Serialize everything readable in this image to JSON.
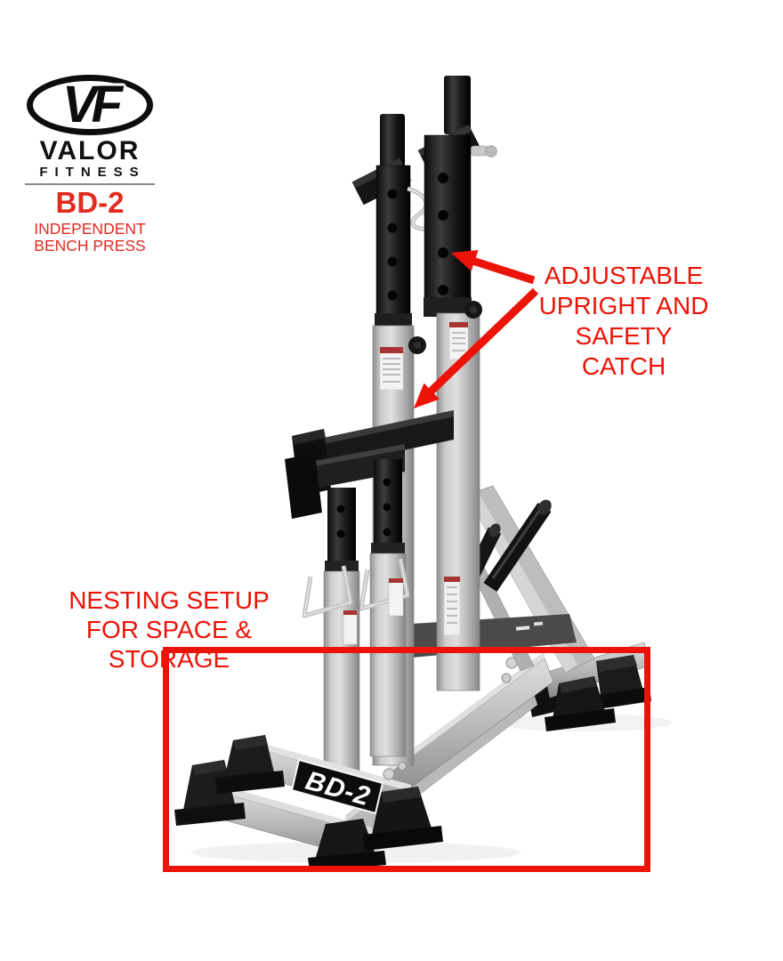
{
  "logo": {
    "monogram": "VF",
    "brand": "VALOR",
    "subbrand": "FITNESS",
    "model": "BD-2",
    "product_line1": "INDEPENDENT",
    "product_line2": "BENCH PRESS",
    "text_red": "#e22b1f",
    "text_black": "#0d0d0d"
  },
  "callout_adjustable": {
    "line1": "ADJUSTABLE",
    "line2": "UPRIGHT AND",
    "line3": "SAFETY CATCH"
  },
  "callout_nesting": {
    "line1": "NESTING SETUP",
    "line2": "FOR SPACE & STORAGE"
  },
  "product": {
    "plate_label": "BD-2",
    "frame_silver": "#c2c2c2",
    "frame_black": "#1a1a1a",
    "chrome": "#c4c4c4"
  },
  "annotation_red": "#ec1408"
}
